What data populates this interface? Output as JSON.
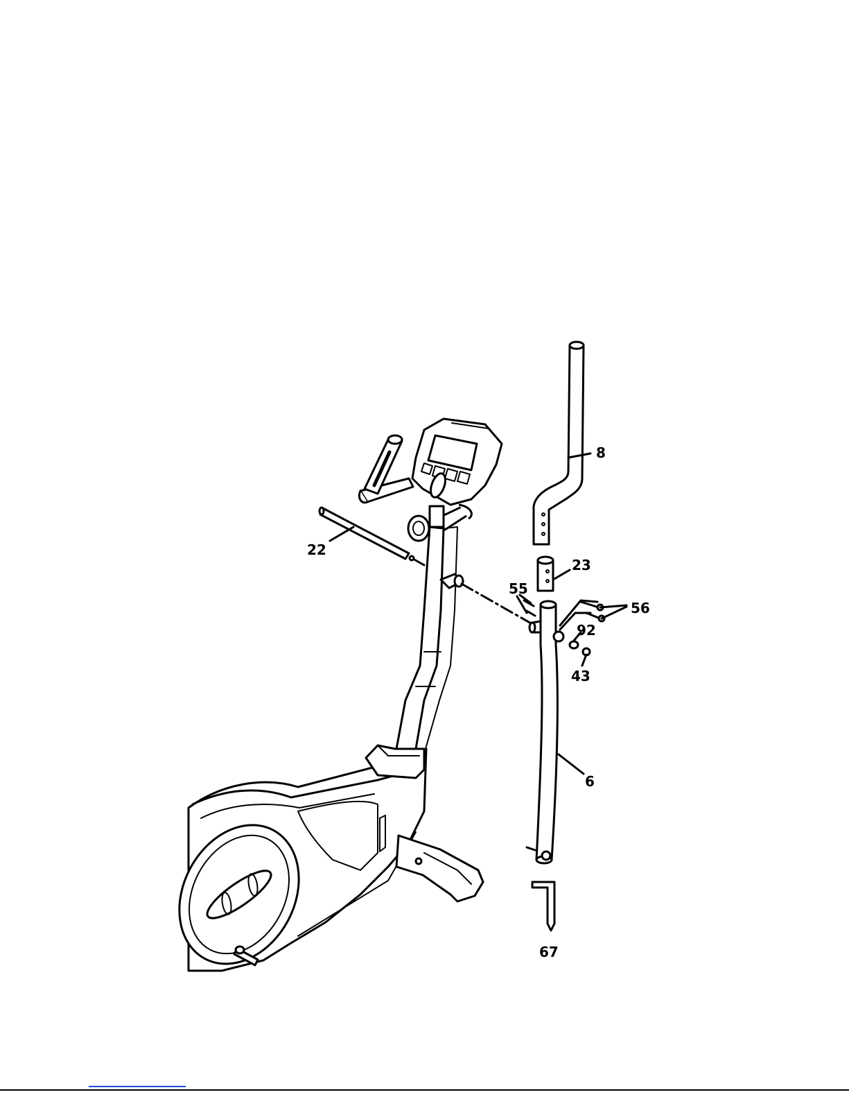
{
  "callouts": [
    {
      "id": "c22",
      "text": "22"
    },
    {
      "id": "c8",
      "text": "8"
    },
    {
      "id": "c23",
      "text": "23"
    },
    {
      "id": "c55",
      "text": "55"
    },
    {
      "id": "c56",
      "text": "56"
    },
    {
      "id": "c92",
      "text": "92"
    },
    {
      "id": "c43",
      "text": "43"
    },
    {
      "id": "c6",
      "text": "6"
    },
    {
      "id": "c67",
      "text": "67"
    }
  ]
}
